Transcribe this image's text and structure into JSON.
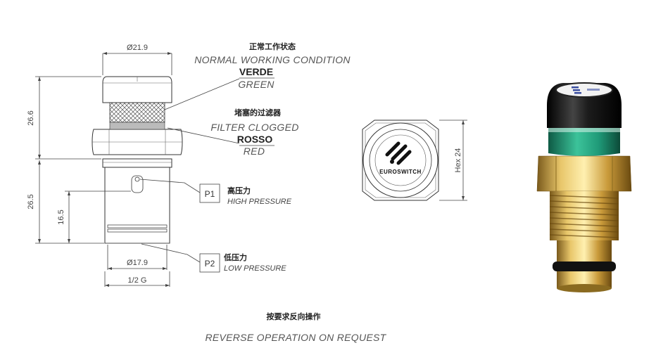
{
  "dimensions": {
    "top_diameter": "Ø21.9",
    "upper_height": "26.6",
    "lower_height": "26.5",
    "p1_height": "16.5",
    "lower_diameter": "Ø17.9",
    "thread": "1/2 G",
    "hex": "Hex 24"
  },
  "status_normal": {
    "cn": "正常工作状态",
    "en": "NORMAL WORKING CONDITION",
    "color_it": "VERDE",
    "color_en": "GREEN"
  },
  "status_clogged": {
    "cn": "堵塞的过滤器",
    "en": "FILTER CLOGGED",
    "color_it": "ROSSO",
    "color_en": "RED"
  },
  "port_p1": {
    "id": "P1",
    "cn": "高压力",
    "en": "HIGH PRESSURE"
  },
  "port_p2": {
    "id": "P2",
    "cn": "低压力",
    "en": "LOW PRESSURE"
  },
  "footer": {
    "cn": "按要求反向操作",
    "en": "REVERSE OPERATION ON REQUEST"
  },
  "brand_logo": "EUROSWITCH",
  "colors": {
    "indicator_green": "#1f9a78",
    "brass": "#c9a24a",
    "cap_black": "#1c1c1c"
  }
}
